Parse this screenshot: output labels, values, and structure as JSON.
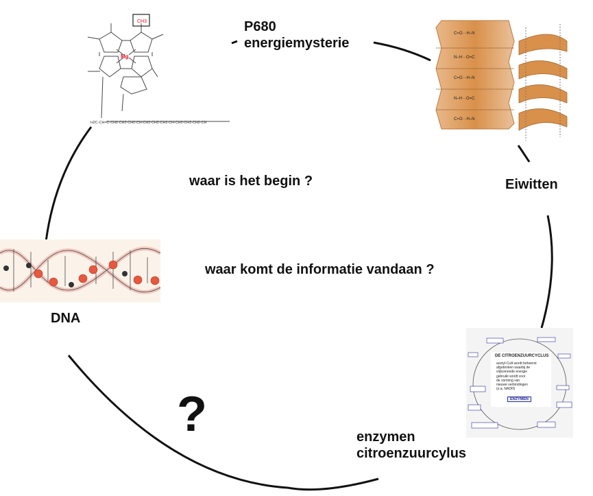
{
  "diagram": {
    "center_questions": {
      "q1": "waar is het begin ?",
      "q2": "waar komt de informatie vandaan ?"
    },
    "nodes": {
      "chlorophyll": {
        "label_line1": "P680",
        "label_line2": "energiemysterie",
        "molecule_labels": {
          "metal": "Mg",
          "highlight_group": "CH3",
          "chain": "H2C-CH=C-CH2-CH2-CH2-CH-CH2-CH2-CH2-CH-CH2-CH2-CH2-CH"
        }
      },
      "proteins": {
        "label": "Eiwitten",
        "subparts": [
          "beta-sheet",
          "alpha-helix"
        ]
      },
      "citric_cycle": {
        "label_line1": "enzymen",
        "label_line2": "citroenzuurcylus",
        "panel_title": "DE CITROENZUURCYCLUS",
        "panel_text": [
          "acetyl-CoA wordt beheerst",
          "afgebroken waarbij de",
          "vrijkomende energie",
          "gebruikt wordt voor",
          "de vorming van",
          "nieuwe verbindingen",
          "(o.a. NADH)"
        ],
        "panel_badge": "ENZYMEN"
      },
      "dna": {
        "label": "DNA"
      },
      "unknown": {
        "label": "?"
      }
    },
    "colors": {
      "protein": "#d9904a",
      "dna_ribbon": "#f1c9c1",
      "dna_base": "#e8573f",
      "badge": "#2a2f9a"
    }
  }
}
